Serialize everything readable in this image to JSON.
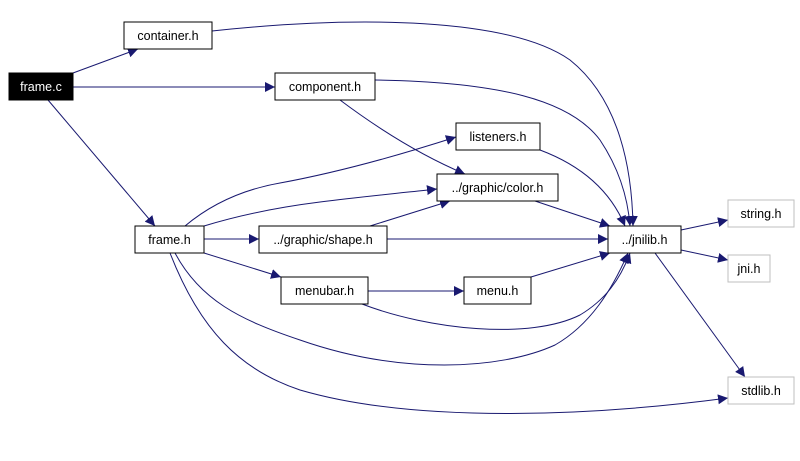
{
  "nodes": {
    "frame_c": {
      "label": "frame.c",
      "kind": "root"
    },
    "container_h": {
      "label": "container.h",
      "kind": "header"
    },
    "component_h": {
      "label": "component.h",
      "kind": "header"
    },
    "listeners_h": {
      "label": "listeners.h",
      "kind": "header"
    },
    "color_h": {
      "label": "../graphic/color.h",
      "kind": "header"
    },
    "frame_h": {
      "label": "frame.h",
      "kind": "header"
    },
    "shape_h": {
      "label": "../graphic/shape.h",
      "kind": "header"
    },
    "jnilib_h": {
      "label": "../jnilib.h",
      "kind": "header"
    },
    "menubar_h": {
      "label": "menubar.h",
      "kind": "header"
    },
    "menu_h": {
      "label": "menu.h",
      "kind": "header"
    },
    "string_h": {
      "label": "string.h",
      "kind": "system"
    },
    "jni_h": {
      "label": "jni.h",
      "kind": "system"
    },
    "stdlib_h": {
      "label": "stdlib.h",
      "kind": "system"
    }
  },
  "edges": [
    {
      "from": "frame_c",
      "to": "container_h"
    },
    {
      "from": "frame_c",
      "to": "component_h"
    },
    {
      "from": "frame_c",
      "to": "frame_h"
    },
    {
      "from": "container_h",
      "to": "jnilib_h"
    },
    {
      "from": "component_h",
      "to": "jnilib_h"
    },
    {
      "from": "component_h",
      "to": "color_h"
    },
    {
      "from": "listeners_h",
      "to": "jnilib_h"
    },
    {
      "from": "color_h",
      "to": "jnilib_h"
    },
    {
      "from": "frame_h",
      "to": "listeners_h"
    },
    {
      "from": "frame_h",
      "to": "color_h"
    },
    {
      "from": "frame_h",
      "to": "shape_h"
    },
    {
      "from": "frame_h",
      "to": "menubar_h"
    },
    {
      "from": "frame_h",
      "to": "jnilib_h"
    },
    {
      "from": "frame_h",
      "to": "stdlib_h"
    },
    {
      "from": "shape_h",
      "to": "color_h"
    },
    {
      "from": "shape_h",
      "to": "jnilib_h"
    },
    {
      "from": "menubar_h",
      "to": "menu_h"
    },
    {
      "from": "menubar_h",
      "to": "jnilib_h"
    },
    {
      "from": "menu_h",
      "to": "jnilib_h"
    },
    {
      "from": "jnilib_h",
      "to": "string_h"
    },
    {
      "from": "jnilib_h",
      "to": "jni_h"
    },
    {
      "from": "jnilib_h",
      "to": "stdlib_h"
    }
  ],
  "colors": {
    "edge": "#191970",
    "root_fill": "#000000",
    "root_text": "#ffffff",
    "node_fill": "#ffffff",
    "node_border": "#000000",
    "node_text": "#000000",
    "system_border": "#bfbfbf"
  }
}
